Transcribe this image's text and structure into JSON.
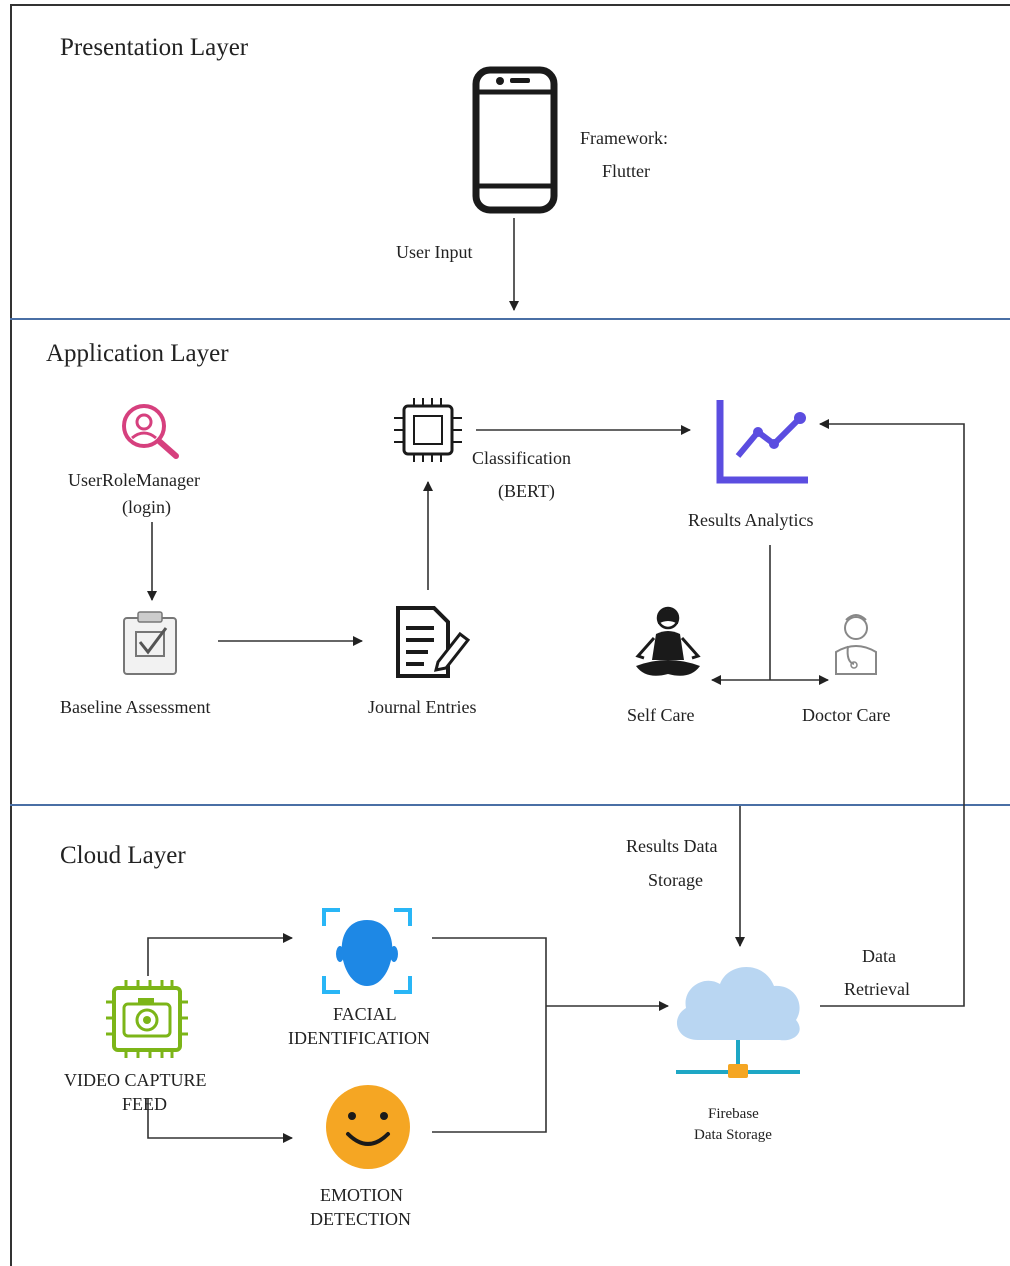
{
  "layers": {
    "presentation": "Presentation Layer",
    "application": "Application Layer",
    "cloud": "Cloud Layer"
  },
  "presentation": {
    "framework_line1": "Framework:",
    "framework_line2": "Flutter",
    "user_input": "User Input"
  },
  "application": {
    "user_role_line1": "UserRoleManager",
    "user_role_line2": "(login)",
    "classification_line1": "Classification",
    "classification_line2": "(BERT)",
    "results_analytics": "Results Analytics",
    "baseline": "Baseline Assessment",
    "journal": "Journal Entries",
    "self_care": "Self Care",
    "doctor_care": "Doctor Care"
  },
  "cloud": {
    "results_storage_line1": "Results Data",
    "results_storage_line2": "Storage",
    "data_retrieval_line1": "Data",
    "data_retrieval_line2": "Retrieval",
    "facial_line1": "FACIAL",
    "facial_line2": "IDENTIFICATION",
    "video_line1": "VIDEO CAPTURE",
    "video_line2": "FEED",
    "emotion_line1": "EMOTION",
    "emotion_line2": "DETECTION",
    "firebase_line1": "Firebase",
    "firebase_line2": "Data Storage"
  },
  "icons": {
    "phone": "smartphone-icon",
    "user_role": "user-search-icon",
    "chip": "processor-chip-icon",
    "analytics": "line-chart-icon",
    "baseline": "clipboard-check-icon",
    "journal": "document-edit-icon",
    "self_care": "meditation-person-icon",
    "doctor": "doctor-icon",
    "facial": "face-scan-icon",
    "camera": "camera-chip-icon",
    "emotion": "smiley-icon",
    "cloud": "cloud-storage-icon"
  },
  "colors": {
    "divider": "#4a6fa5",
    "analytics_purple": "#5b4de0",
    "user_role_pink": "#d6407e",
    "face_blue": "#1e88e5",
    "camera_green": "#7cb518",
    "smiley_orange": "#f5a623",
    "cloud_blue": "#b9d6f2"
  }
}
